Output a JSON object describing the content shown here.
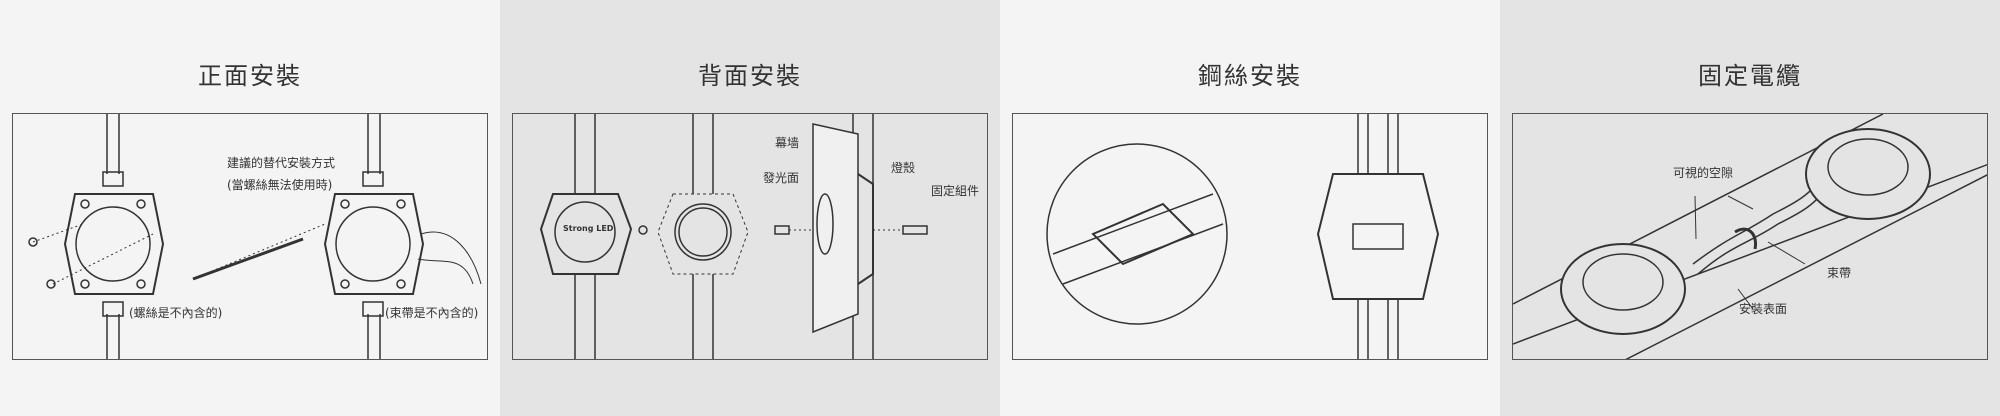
{
  "panels": [
    {
      "title": "正面安裝",
      "labels": {
        "alt_method": "建議的替代安裝方式",
        "alt_condition": "(當螺絲無法使用時)",
        "screws_note": "(螺絲是不內含的)",
        "tie_note": "(束帶是不內含的)"
      }
    },
    {
      "title": "背面安裝",
      "labels": {
        "curtain_wall": "幕墙",
        "emitting_face": "發光面",
        "housing": "燈殼",
        "fixing_kit": "固定組件",
        "brand": "Strong LED"
      }
    },
    {
      "title": "鋼絲安裝"
    },
    {
      "title": "固定電纜",
      "labels": {
        "visible_gap": "可視的空隙",
        "cable_tie": "束帶",
        "mount_surface": "安裝表面"
      }
    }
  ]
}
